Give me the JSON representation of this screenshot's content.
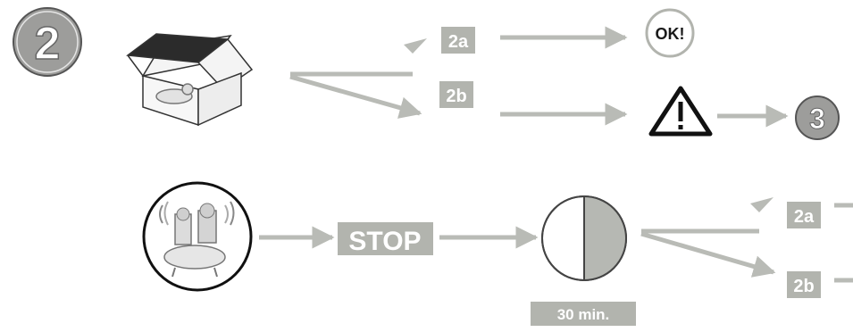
{
  "step_number": "2",
  "labels": {
    "branch_a": "2a",
    "branch_b": "2b",
    "ok": "OK!",
    "next_step": "3",
    "stop": "STOP",
    "duration": "30 min."
  },
  "colors": {
    "arrow": "#b9bbb6",
    "label_box": "#b2b4ae",
    "dark_circle": "#9d9d9b",
    "timer_fill": "#b6b8b3",
    "outline": "#222222"
  },
  "icons": {
    "step_badge": "number-2-badge-icon",
    "box": "open-box-compressor-icon",
    "warning": "warning-triangle-icon",
    "compressor": "running-compressor-icon",
    "timer": "half-circle-timer-icon"
  }
}
